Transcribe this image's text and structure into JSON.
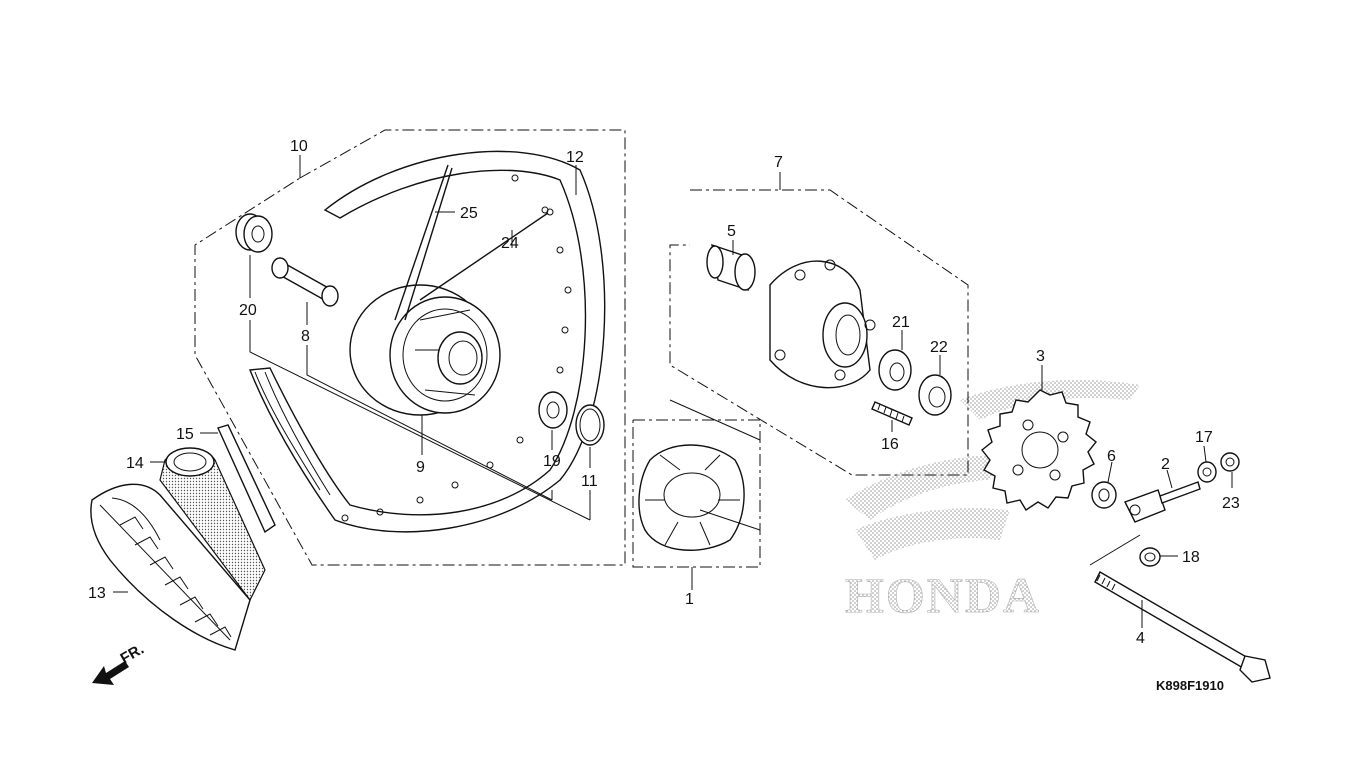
{
  "diagram": {
    "callouts": {
      "p1": "1",
      "p2": "2",
      "p3": "3",
      "p4": "4",
      "p5": "5",
      "p6": "6",
      "p7": "7",
      "p8": "8",
      "p9": "9",
      "p10": "10",
      "p11": "11",
      "p12": "12",
      "p13": "13",
      "p14": "14",
      "p15": "15",
      "p16": "16",
      "p17": "17",
      "p18": "18",
      "p19": "19",
      "p20": "20",
      "p21": "21",
      "p22": "22",
      "p23": "23",
      "p24": "24",
      "p25": "25"
    },
    "direction_label": "FR.",
    "drawing_code": "K898F1910",
    "watermark": "HONDA",
    "ink_color": "#111111",
    "watermark_color": "#9a9a9a"
  }
}
